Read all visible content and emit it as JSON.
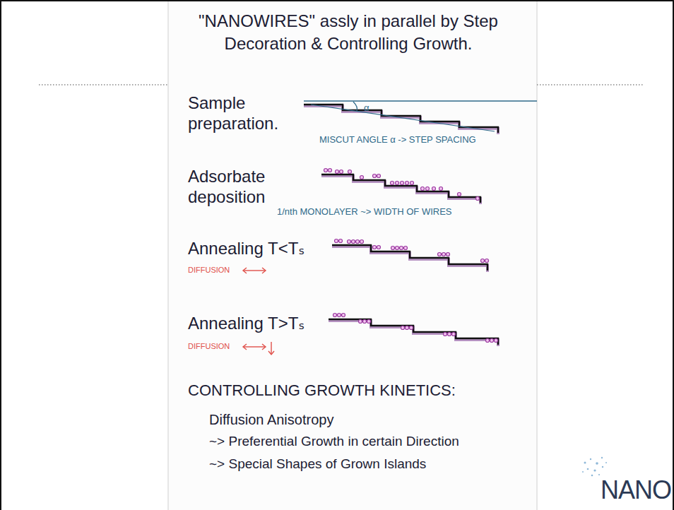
{
  "diagram": {
    "title": "\"NANOWIRES\" assly in parallel by Step Decoration & Controlling Growth.",
    "labels": [
      "Sample preparation.",
      "α",
      "MISCUT ANGLE α -> STEP SPACING",
      "Adsorbate deposition",
      "1/nth MONOLAYER ~> WIDTH OF WIRES",
      "Annealing T<Tₛ",
      "DIFFUSION",
      "Annealing T>Tₛ",
      "DIFFUSION",
      "CONTROLLING GROWTH KINETICS:",
      "Diffusion Anisotropy",
      "~> Preferential Growth in certain Direction",
      "~> Special Shapes of Grown Islands",
      "NANO"
    ]
  }
}
